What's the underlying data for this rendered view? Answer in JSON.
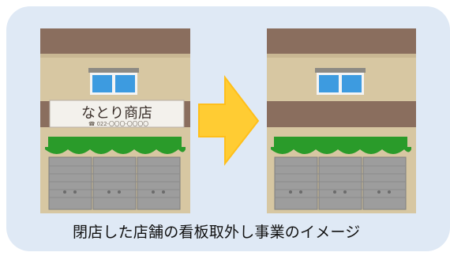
{
  "before_building": {
    "sign": {
      "shop_name": "なとり商店",
      "phone": "☎ 022-〇〇〇-〇〇〇〇"
    }
  },
  "arrow": {
    "icon": "right-arrow-icon",
    "color": "#ffcc33"
  },
  "caption": "閉店した店舗の看板取外し事業のイメージ",
  "colors": {
    "background_panel": "#dfe9f5",
    "roof": "#8a6e5e",
    "wall": "#d7c7a2",
    "window": "#3d9be0",
    "awning": "#2a9b2a",
    "shutter": "#9d9d9d"
  }
}
